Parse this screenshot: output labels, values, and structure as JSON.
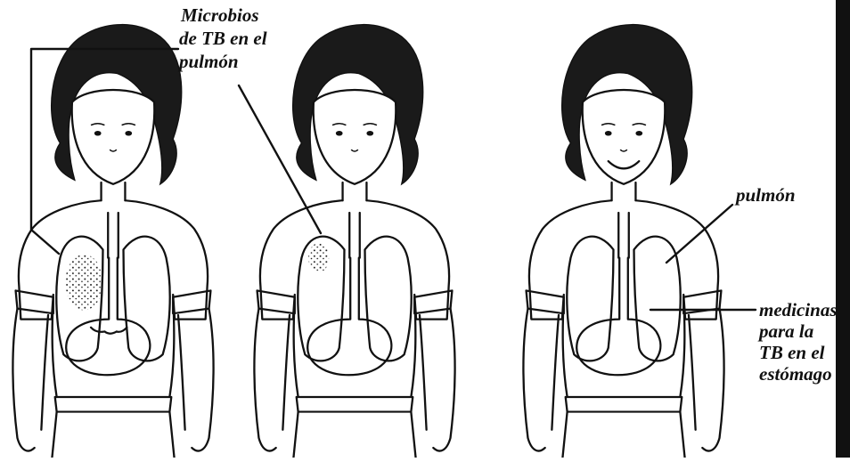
{
  "labels": {
    "microbes": [
      "Microbios",
      "de TB en el",
      "pulmón"
    ],
    "lung": "pulmón",
    "medicine": [
      "medicinas",
      "para la",
      "TB en el",
      "estómago"
    ]
  },
  "colors": {
    "ink": "#111111",
    "background": "#ffffff",
    "right_edge_bar": "#111111"
  },
  "figures": [
    {
      "name": "child-with-tb-germs",
      "expression": "neutral",
      "germ_patch": "large"
    },
    {
      "name": "child-with-fewer-germs",
      "expression": "neutral",
      "germ_patch": "small"
    },
    {
      "name": "child-healthy",
      "expression": "smiling",
      "germ_patch": "none"
    }
  ]
}
